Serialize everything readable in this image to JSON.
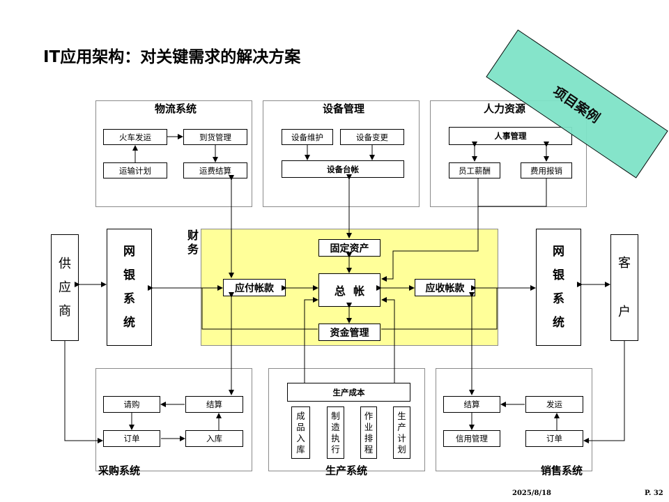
{
  "title": "IT应用架构：对关键需求的解决方案",
  "logistics": {
    "label": "物流系统",
    "train_dispatch": "火车发运",
    "arrival_mgmt": "到货管理",
    "transport_plan": "运输计划",
    "freight_settle": "运费结算"
  },
  "equipment": {
    "label": "设备管理",
    "maintenance": "设备维护",
    "change": "设备变更",
    "ledger": "设备台帐"
  },
  "hr": {
    "label": "人力资源",
    "personnel": "人事管理",
    "salary": "员工薪酬",
    "expense": "费用报销"
  },
  "stamp": "项目案例",
  "finance": {
    "label": "财务",
    "fixed_assets": "固定资产",
    "payable": "应付帐款",
    "general_ledger": "总  帐",
    "receivable": "应收帐款",
    "fund_mgmt": "资金管理"
  },
  "supplier": "供应商",
  "customer": "客户",
  "netbank_left": "网银系统",
  "netbank_right": "网银系统",
  "purchasing": {
    "label": "采购系统",
    "request": "请购",
    "settle": "结算",
    "order": "订单",
    "warehousing": "入库"
  },
  "production": {
    "label": "生产系统",
    "cost": "生产成本",
    "finished_goods": "成品入库",
    "mfg_exec": "制造执行",
    "scheduling": "作业排程",
    "plan": "生产计划"
  },
  "sales": {
    "label": "销售系统",
    "settle": "结算",
    "ship": "发运",
    "credit": "信用管理",
    "order": "订单"
  },
  "footer": {
    "date": "2025/8/18",
    "page": "P. 32"
  },
  "colors": {
    "finance_bg": "#ffff99",
    "stamp_bg": "#7fe3c8"
  }
}
